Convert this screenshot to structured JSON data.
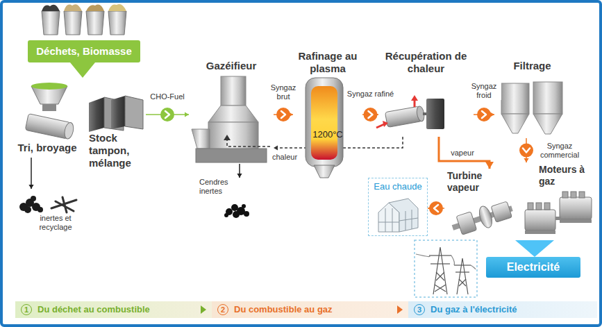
{
  "diagram": {
    "nodes": [
      {
        "text": [
          "Déchets, Biomasse"
        ]
      },
      {
        "text": [
          "Tri, broyage"
        ]
      },
      {
        "text": [
          "Stock tampon, mélange"
        ]
      },
      {
        "text": [
          "inertes et recyclage"
        ]
      },
      {
        "text": [
          "Gazéifieur"
        ]
      },
      {
        "text": [
          "Cendres inertes"
        ]
      },
      {
        "text": [
          "Rafinage au plasma",
          "1200°C"
        ]
      },
      {
        "text": [
          "Récupération de chaleur"
        ]
      },
      {
        "text": [
          "Filtrage"
        ]
      },
      {
        "text": [
          "Eau chaude"
        ]
      },
      {
        "text": [
          "Turbine vapeur"
        ]
      },
      {
        "text": [
          "Moteurs à gaz"
        ]
      },
      {
        "text": [
          "Electricité"
        ]
      },
      {
        "text": [
          "1",
          "Du déchet au combustible"
        ]
      },
      {
        "text": [
          "2",
          "Du combustible au gaz"
        ]
      },
      {
        "text": [
          "3",
          "Du gaz à l'électricité"
        ]
      }
    ],
    "edges": [
      {
        "from": 0,
        "to": 1,
        "arrow": "to"
      },
      {
        "from": 1,
        "to": 3,
        "arrow": "to"
      },
      {
        "from": 2,
        "to": 4,
        "label": "CHO-Fuel",
        "arrow": "to"
      },
      {
        "from": 4,
        "to": 5,
        "arrow": "to"
      },
      {
        "from": 4,
        "to": 6,
        "label": "Syngaz brut",
        "arrow": "to"
      },
      {
        "from": 6,
        "to": 7,
        "label": "Syngaz rafiné",
        "arrow": "to"
      },
      {
        "from": 7,
        "to": 8,
        "label": "Syngaz froid",
        "arrow": "to"
      },
      {
        "from": 7,
        "to": 4,
        "label": "chaleur",
        "arrow": "to"
      },
      {
        "from": 7,
        "to": 10,
        "label": "vapeur",
        "arrow": "to"
      },
      {
        "from": 8,
        "to": 11,
        "label": "Syngaz commercial",
        "arrow": "to"
      },
      {
        "from": 10,
        "to": 9,
        "arrow": "to"
      },
      {
        "from": 11,
        "to": 12,
        "arrow": "to"
      }
    ]
  }
}
